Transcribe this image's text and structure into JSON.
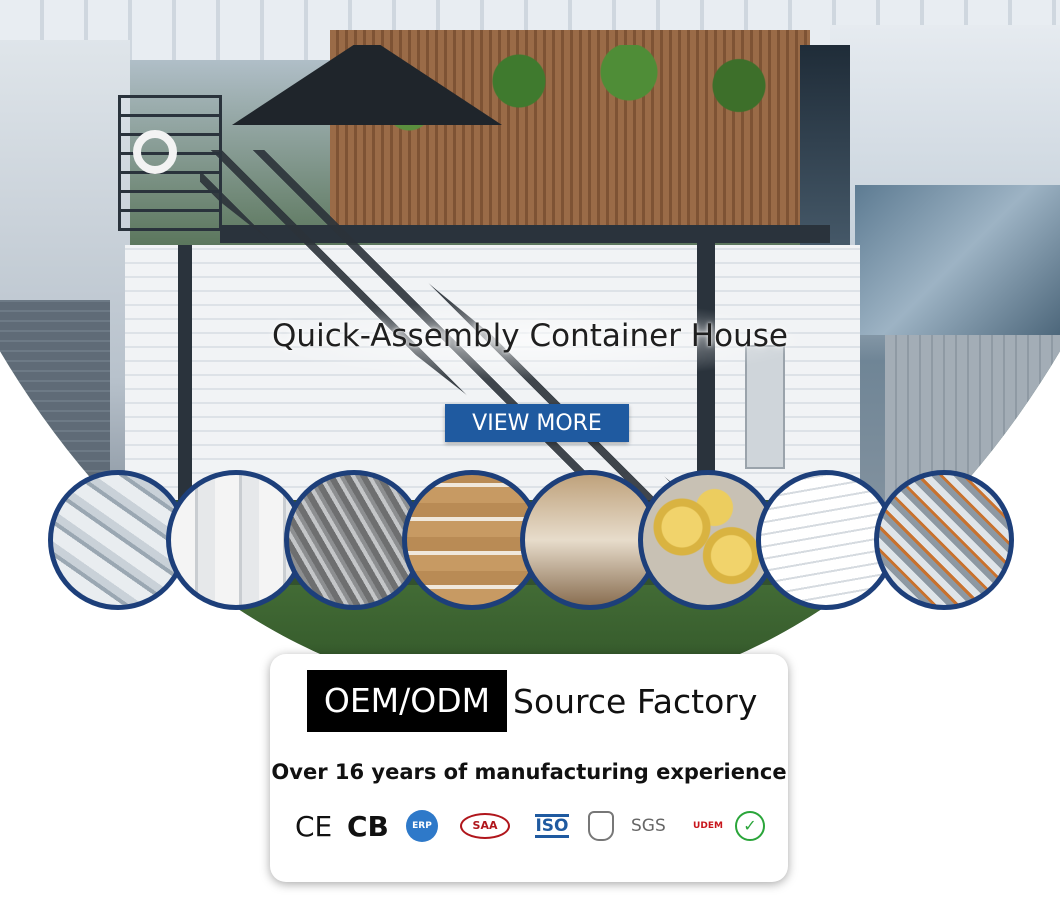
{
  "hero": {
    "title": "Quick-Assembly Container House",
    "button_label": "VIEW MORE",
    "accent_color": "#1f5aa0"
  },
  "products": [
    {
      "icon": "aluminum-profile-image"
    },
    {
      "icon": "white-wall-panel-image"
    },
    {
      "icon": "metal-mesh-image"
    },
    {
      "icon": "packed-materials-image"
    },
    {
      "icon": "packaged-crates-image"
    },
    {
      "icon": "insulation-rolls-image"
    },
    {
      "icon": "sandwich-panel-image"
    },
    {
      "icon": "hardware-fittings-image"
    }
  ],
  "card": {
    "oem_label": "OEM/ODM",
    "factory_label": "Source Factory",
    "experience": "Over 16 years of manufacturing experience",
    "certs": {
      "ce": "CE",
      "cb": "CB",
      "erp": "ERP",
      "saa": "SAA",
      "iso": "ISO",
      "sgs": "SGS",
      "udem": "UDEM",
      "rohs": "✓"
    }
  }
}
